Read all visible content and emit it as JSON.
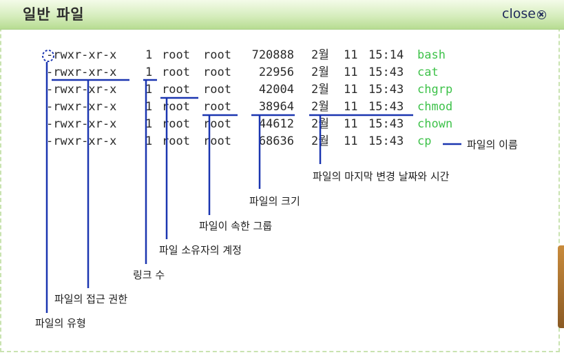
{
  "window": {
    "title": "일반 파일",
    "close_label": "close"
  },
  "listing": {
    "rows": [
      {
        "permissions": "-rwxr-xr-x",
        "links": "1",
        "owner": "root",
        "group": "root",
        "size": "720888",
        "month": "2월",
        "day": "11",
        "time": "15:14",
        "name": "bash"
      },
      {
        "permissions": "-rwxr-xr-x",
        "links": "1",
        "owner": "root",
        "group": "root",
        "size": "22956",
        "month": "2월",
        "day": "11",
        "time": "15:43",
        "name": "cat"
      },
      {
        "permissions": "-rwxr-xr-x",
        "links": "1",
        "owner": "root",
        "group": "root",
        "size": "42004",
        "month": "2월",
        "day": "11",
        "time": "15:43",
        "name": "chgrp"
      },
      {
        "permissions": "-rwxr-xr-x",
        "links": "1",
        "owner": "root",
        "group": "root",
        "size": "38964",
        "month": "2월",
        "day": "11",
        "time": "15:43",
        "name": "chmod"
      },
      {
        "permissions": "-rwxr-xr-x",
        "links": "1",
        "owner": "root",
        "group": "root",
        "size": "44612",
        "month": "2월",
        "day": "11",
        "time": "15:43",
        "name": "chown"
      },
      {
        "permissions": "-rwxr-xr-x",
        "links": "1",
        "owner": "root",
        "group": "root",
        "size": "68636",
        "month": "2월",
        "day": "11",
        "time": "15:43",
        "name": "cp"
      }
    ]
  },
  "callouts": {
    "file_name": "파일의 이름",
    "modified": "파일의 마지막 변경 날짜와 시간",
    "size": "파일의 크기",
    "group": "파일이 속한 그룹",
    "owner": "파일 소유자의 계정",
    "links": "링크 수",
    "permissions": "파일의 접근 권한",
    "file_type": "파일의 유형"
  },
  "colors": {
    "callout_line": "#1a35b0",
    "file_name": "#3ec24a",
    "titlebar": "#c8e6a8"
  }
}
